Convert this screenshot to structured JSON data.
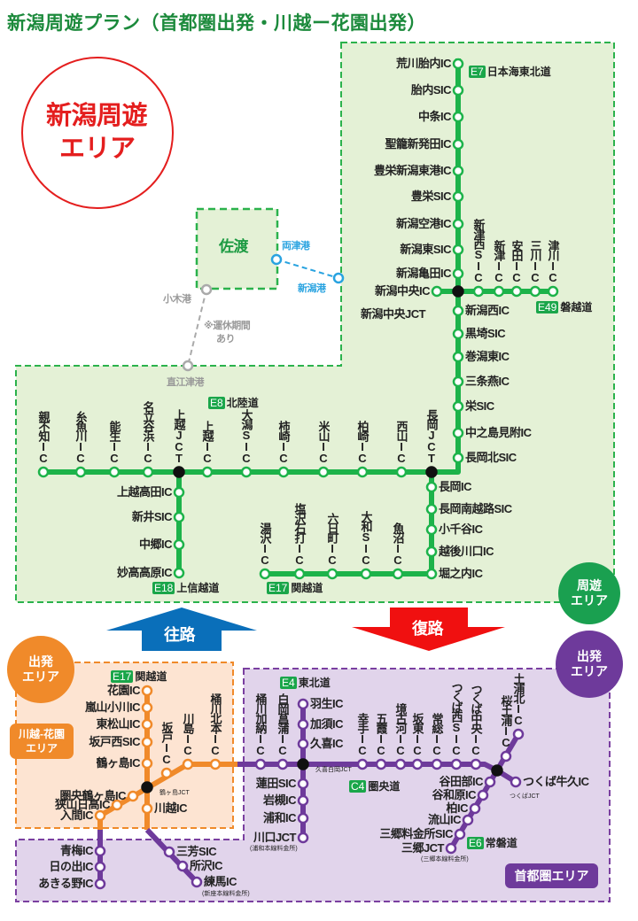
{
  "title": "新潟周遊プラン（首都圏出発・川越ー花園出発）",
  "area_badge": {
    "line1": "新潟周遊",
    "line2": "エリア"
  },
  "sado": {
    "label": "佐渡",
    "ryotsu": "両津港",
    "niigata": "新潟港",
    "ogi": "小木港",
    "naoetsu": "直江津港",
    "note1": "※運休期間",
    "note2": "あり"
  },
  "colors": {
    "green": "#1db34a",
    "orange": "#f08a2a",
    "purple": "#6e3a9b",
    "red": "#e41e1e",
    "blue": "#0a6fba",
    "port": "#29a3e0"
  },
  "routes": {
    "e7": {
      "code": "E7",
      "name": "日本海東北道",
      "stations": [
        "荒川胎内IC",
        "胎内SIC",
        "中条IC",
        "聖籠新発田IC",
        "豊栄新潟東港IC",
        "豊栄SIC",
        "新潟空港IC",
        "新潟東SIC",
        "新潟亀田IC"
      ]
    },
    "niigata_chuo": {
      "ic": "新潟中央IC",
      "jct": "新潟中央JCT"
    },
    "e49": {
      "code": "E49",
      "name": "磐越道",
      "stations": [
        "新津西SIC",
        "新津IC",
        "安田IC",
        "三川IC",
        "津川IC"
      ]
    },
    "e8n": {
      "stations": [
        "新潟西IC",
        "黒埼SIC",
        "巻潟東IC",
        "三条燕IC",
        "栄SIC",
        "中之島見附IC",
        "長岡北SIC"
      ]
    },
    "e8": {
      "code": "E8",
      "name": "北陸道",
      "stations": [
        "親不知IC",
        "糸魚川IC",
        "能生IC",
        "名立谷浜IC",
        "上越JCT",
        "上越IC",
        "大潟SIC",
        "柿崎IC",
        "米山IC",
        "柏崎IC",
        "西山IC",
        "長岡JCT"
      ]
    },
    "e18": {
      "code": "E18",
      "name": "上信越道",
      "stations": [
        "上越高田IC",
        "新井SIC",
        "中郷IC",
        "妙高高原IC"
      ]
    },
    "e17n": {
      "code": "E17",
      "name": "関越道",
      "stations": [
        "長岡IC",
        "長岡南越路SIC",
        "小千谷IC",
        "越後川口IC",
        "堀之内IC",
        "魚沼IC",
        "大和SIC",
        "六日町IC",
        "塩沢石打IC",
        "湯沢IC"
      ]
    },
    "e17s": {
      "code": "E17",
      "name": "関越道",
      "stations": [
        "花園IC",
        "嵐山小川IC",
        "東松山IC",
        "坂戸西SIC",
        "鶴ヶ島IC",
        "鶴ヶ島JCT",
        "川越IC",
        "三芳SIC",
        "所沢IC",
        "練馬IC"
      ],
      "note": "(新座本線料金所)"
    },
    "c4": {
      "code": "C4",
      "name": "圏央道",
      "stations": [
        "あきる野IC",
        "日の出IC",
        "青梅IC",
        "入間IC",
        "狭山日高IC",
        "圏央鶴ヶ島IC",
        "坂戸IC",
        "川島IC",
        "桶川北本IC",
        "桶川加納IC",
        "白岡菖蒲IC",
        "久喜白岡JCT",
        "幸手IC",
        "五霞IC",
        "境古河IC",
        "坂東IC",
        "常総IC",
        "つくば西SIC",
        "つくば中央IC",
        "つくばJCT",
        "つくば牛久IC"
      ]
    },
    "e4": {
      "code": "E4",
      "name": "東北道",
      "stations": [
        "羽生IC",
        "加須IC",
        "久喜IC",
        "蓮田SIC",
        "岩槻IC",
        "浦和IC",
        "川口JCT"
      ],
      "note": "(浦和本線料金所)"
    },
    "e6": {
      "code": "E6",
      "name": "常磐道",
      "stations": [
        "土浦北IC",
        "桜土浦IC",
        "谷田部IC",
        "谷和原IC",
        "柏IC",
        "流山IC",
        "三郷料金所SIC",
        "三郷JCT"
      ],
      "note": "(三郷本線料金所)"
    }
  },
  "circuit_area": {
    "line1": "周遊",
    "line2": "エリア"
  },
  "arrows": {
    "outbound": "往路",
    "return": "復路"
  },
  "kawagoe": {
    "start1": "出発",
    "start2": "エリア",
    "box1": "川越-花園",
    "box2": "エリア"
  },
  "shutoken": {
    "start1": "出発",
    "start2": "エリア",
    "label": "首都圏エリア"
  }
}
